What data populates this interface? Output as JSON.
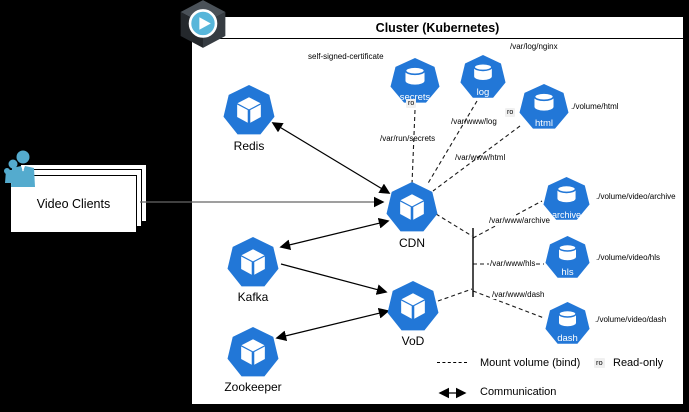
{
  "title": "Cluster (Kubernetes)",
  "external": {
    "video_clients": "Video Clients"
  },
  "services": {
    "redis": "Redis",
    "cdn": "CDN",
    "kafka": "Kafka",
    "vod": "VoD",
    "zookeeper": "Zookeeper"
  },
  "volumes": {
    "secrets": "secrets",
    "log": "log",
    "html": "html",
    "archive": "archive",
    "hls": "hls",
    "dash": "dash"
  },
  "paths": {
    "self_signed": "self-signed-certificate",
    "var_log_nginx": "/var/log/nginx",
    "var_run_secrets": "/var/run/secrets",
    "var_www_log": "/var/www/log",
    "var_www_html": "/var/www/html",
    "volume_html": "./volume/html",
    "var_www_archive": "/var/www/archive",
    "var_www_hls": "/var/www/hls",
    "var_www_dash": "/var/www/dash",
    "volume_video_archive": "./volume/video/archive",
    "volume_video_hls": "./volume/video/hls",
    "volume_video_dash": "./volume/video/dash"
  },
  "badges": {
    "ro": "ro"
  },
  "legend": {
    "mount": "Mount volume (bind)",
    "ro": "ro",
    "readonly": "Read-only",
    "communication": "Communication"
  },
  "colors": {
    "node_blue": "#2277d7",
    "client_icon_blue": "#54abce",
    "background": "#000000",
    "cluster_background": "#ffffff"
  }
}
